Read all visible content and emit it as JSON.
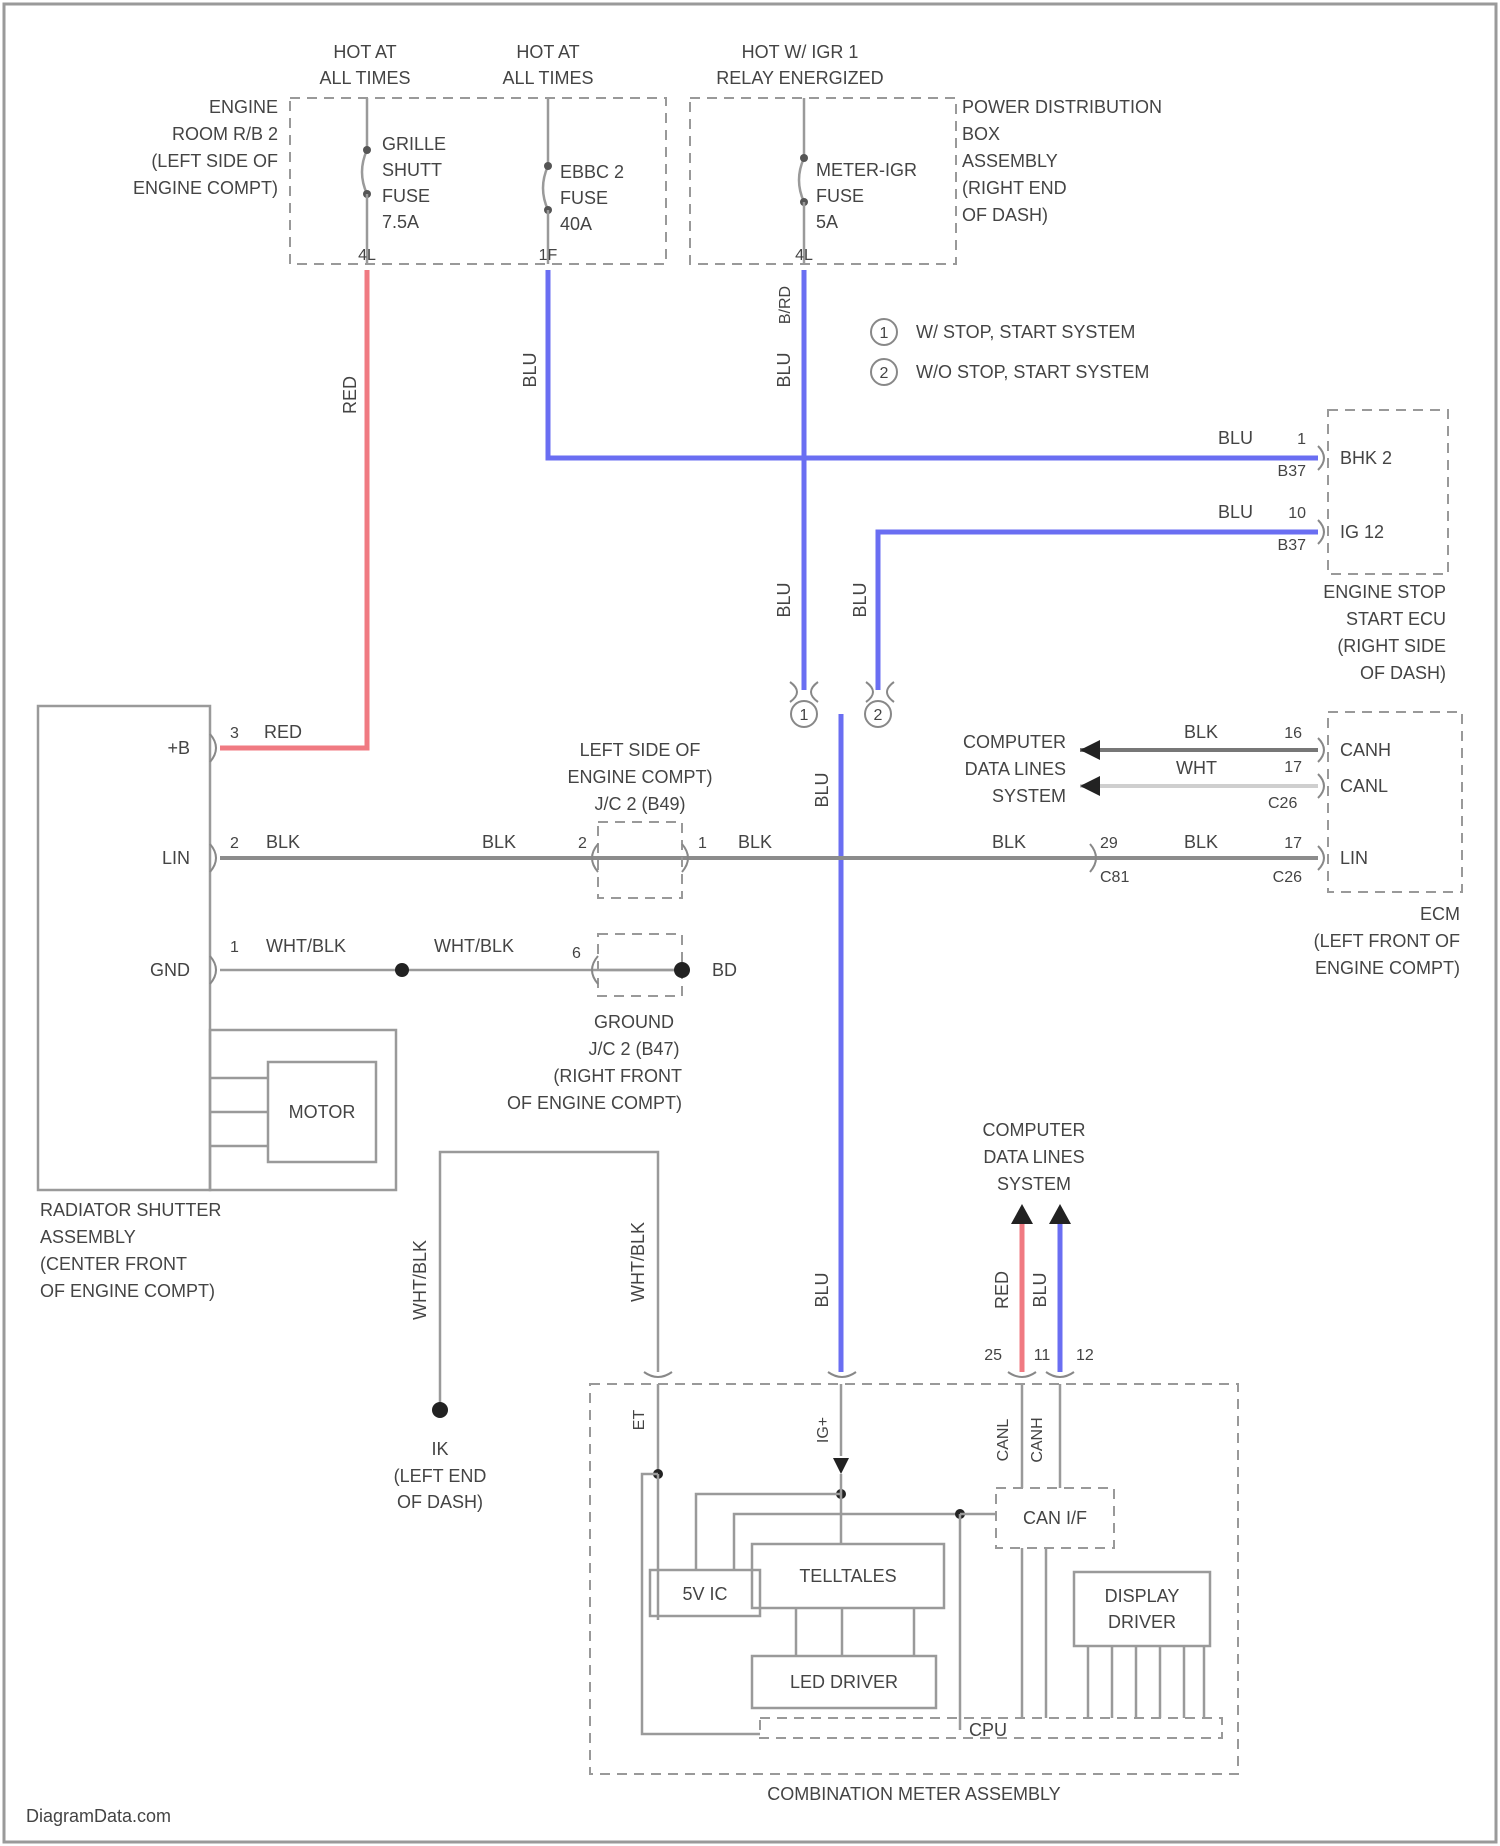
{
  "fuse_box": {
    "hot1": [
      "HOT AT",
      "ALL TIMES"
    ],
    "hot2": [
      "HOT AT",
      "ALL TIMES"
    ],
    "hot3": [
      "HOT W/ IGR 1",
      "RELAY ENERGIZED"
    ],
    "left_label": [
      "ENGINE",
      "ROOM R/B 2",
      "(LEFT SIDE OF",
      "ENGINE COMPT)"
    ],
    "fuse1": [
      "GRILLE",
      "SHUTT",
      "FUSE",
      "7.5A"
    ],
    "fuse2": [
      "EBBC 2",
      "FUSE",
      "40A"
    ],
    "fuse3": [
      "METER-IGR",
      "FUSE",
      "5A"
    ],
    "right_label": [
      "POWER DISTRIBUTION",
      "BOX",
      "ASSEMBLY",
      "(RIGHT END",
      "OF DASH)"
    ],
    "pin1": "4L",
    "pin2": "1F",
    "pin3": "4L"
  },
  "legend": {
    "sym1": "1",
    "text1": "W/ STOP, START SYSTEM",
    "sym2": "2",
    "text2": "W/O STOP, START SYSTEM"
  },
  "wires": {
    "red": "RED",
    "blu": "BLU",
    "blk": "BLK",
    "wht": "WHT",
    "whtblk": "WHT/BLK",
    "brd": "B/RD"
  },
  "stop_start_ecu": {
    "pin1": "1",
    "pin1_label": "BHK 2",
    "pin1_conn": "B37",
    "pin2": "10",
    "pin2_label": "IG 12",
    "pin2_conn": "B37",
    "label": [
      "ENGINE STOP",
      "START ECU",
      "(RIGHT SIDE",
      "OF DASH)"
    ],
    "sym1": "1",
    "sym2": "2"
  },
  "radiator": {
    "pin_b": "3",
    "label_b": "+B",
    "pin_lin": "2",
    "label_lin": "LIN",
    "pin_gnd": "1",
    "label_gnd": "GND",
    "motor": "MOTOR",
    "label": [
      "RADIATOR SHUTTER",
      "ASSEMBLY",
      "(CENTER FRONT",
      "OF ENGINE COMPT)"
    ]
  },
  "jc2": {
    "label": [
      "LEFT SIDE OF",
      "ENGINE COMPT)",
      "J/C 2 (B49)"
    ],
    "pin_a": "2",
    "pin_b": "1"
  },
  "ground_jc": {
    "pin": "6",
    "ground": "BD",
    "label": [
      "GROUND",
      "J/C 2 (B47)",
      "(RIGHT FRONT",
      "OF ENGINE COMPT)"
    ]
  },
  "ecm": {
    "cdl": [
      "COMPUTER",
      "DATA LINES",
      "SYSTEM"
    ],
    "pin_canh": "16",
    "label_canh": "CANH",
    "pin_canl": "17",
    "label_canl": "CANL",
    "pin_lin_in": "29",
    "conn_lin_in": "C81",
    "pin_lin": "17",
    "label_lin": "LIN",
    "conn_lin": "C26",
    "label": [
      "ECM",
      "(LEFT FRONT OF",
      "ENGINE COMPT)"
    ]
  },
  "ground_ik": {
    "name": "IK",
    "label": [
      "(LEFT END",
      "OF DASH)"
    ]
  },
  "meter": {
    "cdl": [
      "COMPUTER",
      "DATA LINES",
      "SYSTEM"
    ],
    "pin_et": "ET",
    "pin_ig": "IG+",
    "pin_canl": "CANL",
    "pin_canh": "CANH",
    "can_if": "CAN I/F",
    "telltales": "TELLTALES",
    "display": [
      "DISPLAY",
      "DRIVER"
    ],
    "vic": "5V IC",
    "led": "LED DRIVER",
    "cpu": "CPU",
    "pins_top": [
      "25",
      "11",
      "12"
    ],
    "label": "COMBINATION METER ASSEMBLY"
  },
  "footer": {
    "watermark": "DiagramData.com"
  }
}
